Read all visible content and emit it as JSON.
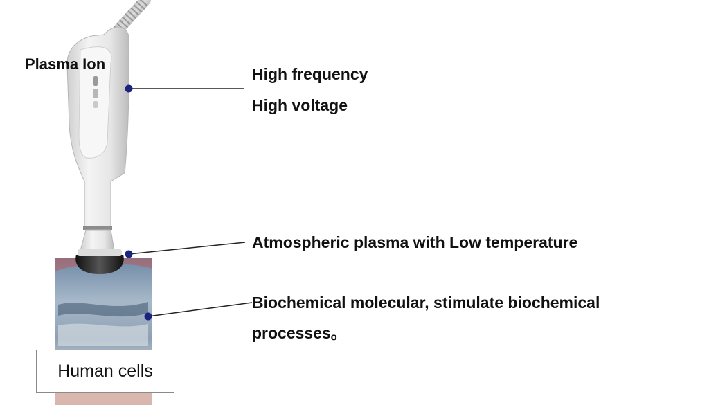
{
  "device_label": "Plasma Ion",
  "labels": {
    "high_frequency": "High frequency",
    "high_voltage": "High voltage",
    "atmospheric_plasma": "Atmospheric plasma with Low temperature",
    "biochemical_line1": "Biochemical molecular, stimulate biochemical",
    "biochemical_line2": "processes。"
  },
  "tissue_box": {
    "label": "Human cells"
  },
  "colors": {
    "marker_dot": "#1a237e",
    "leader_line": "#222222",
    "text": "#111111",
    "device_body": "#e8e8e8",
    "tissue": "#9fb0c2"
  }
}
